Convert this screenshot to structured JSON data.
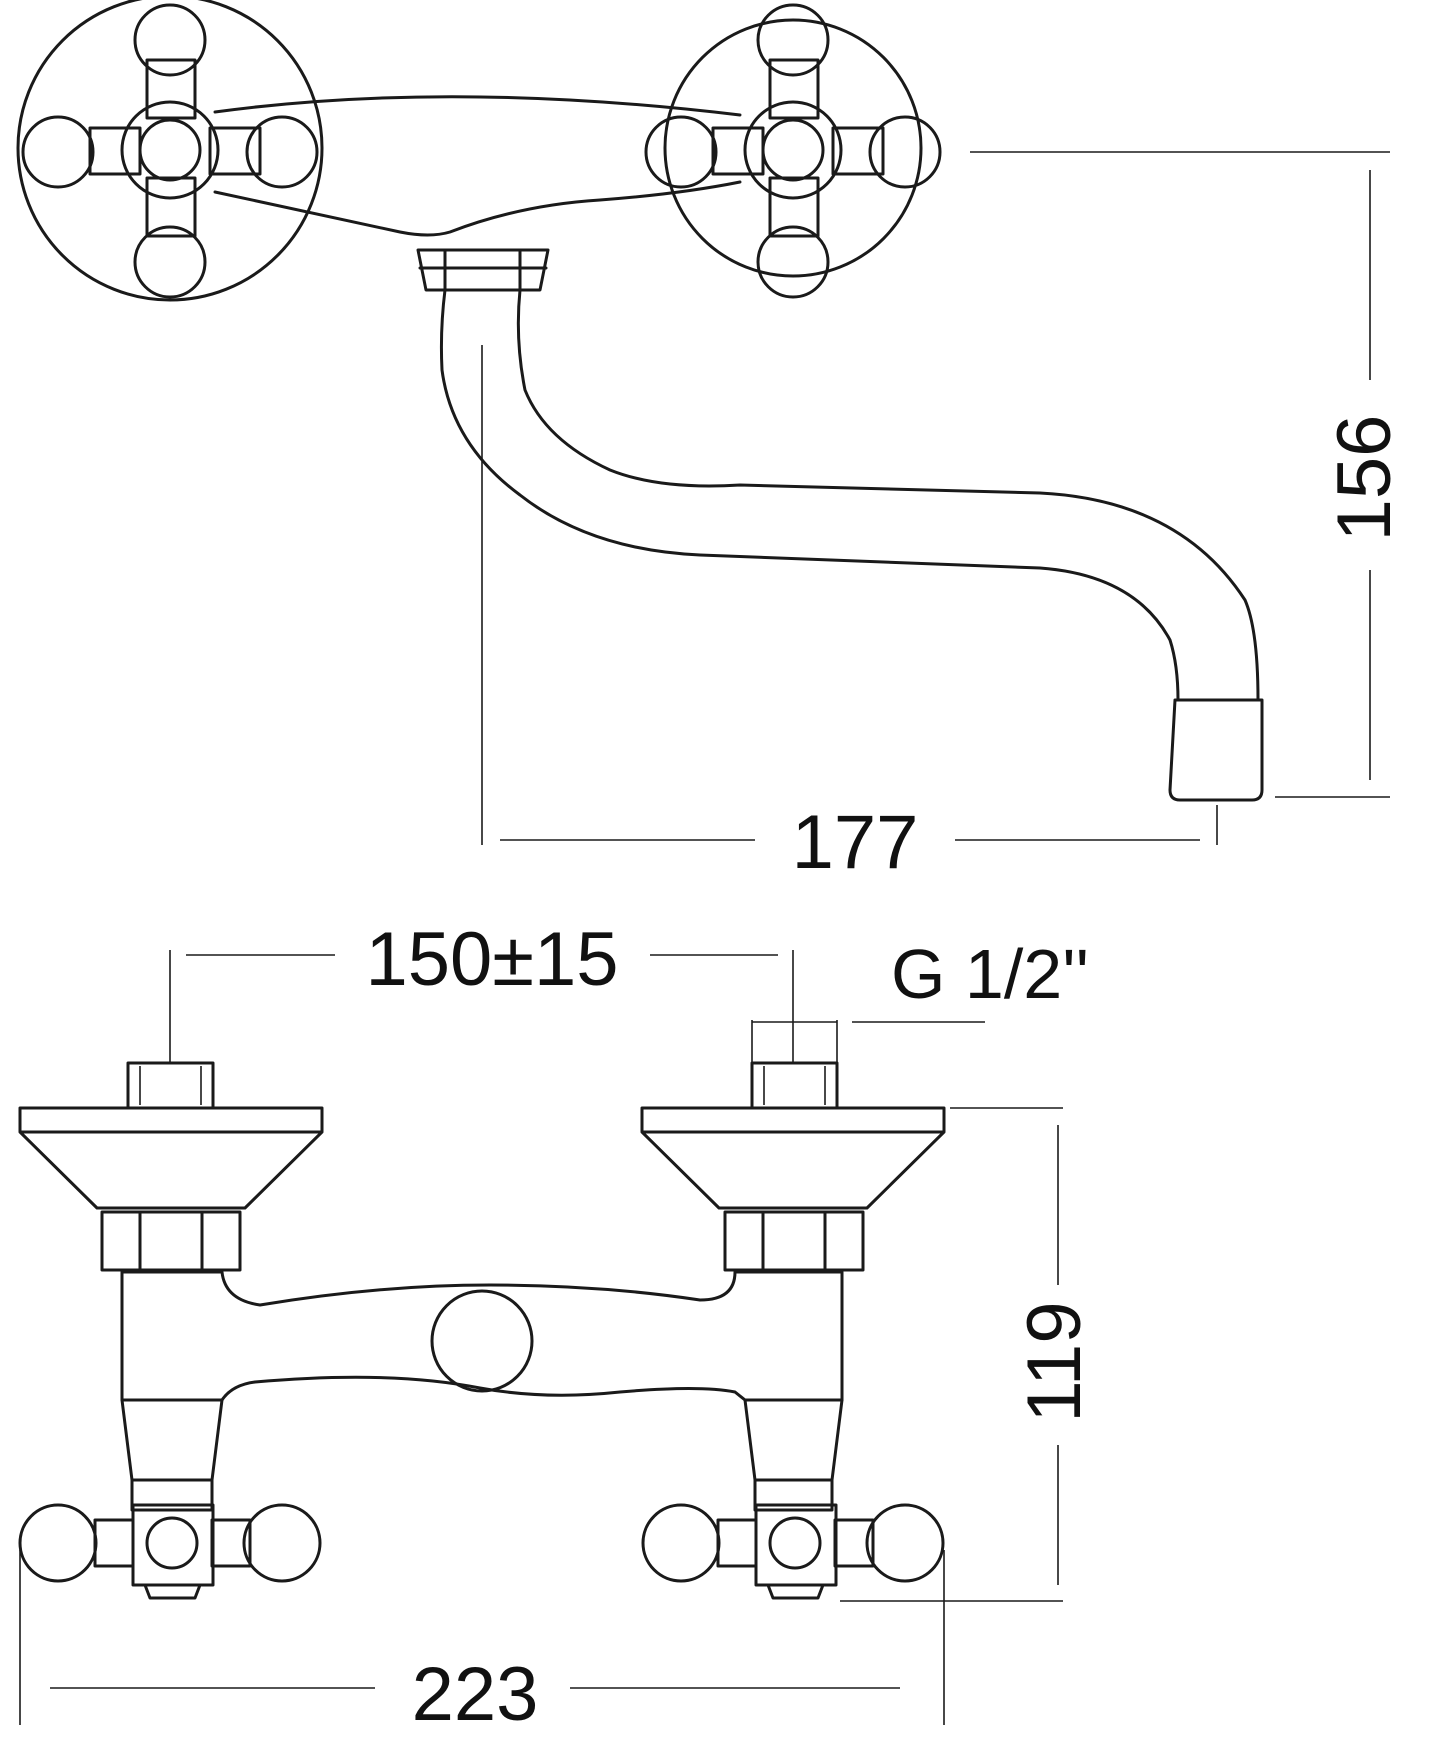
{
  "dimensions": {
    "spout_reach": "177",
    "height_top_view": "156",
    "inlet_spacing": "150±15",
    "thread_size": "G 1/2''",
    "height_front_view": "119",
    "overall_width": "223"
  },
  "colors": {
    "line": "#1a1a1a",
    "background": "#ffffff"
  }
}
